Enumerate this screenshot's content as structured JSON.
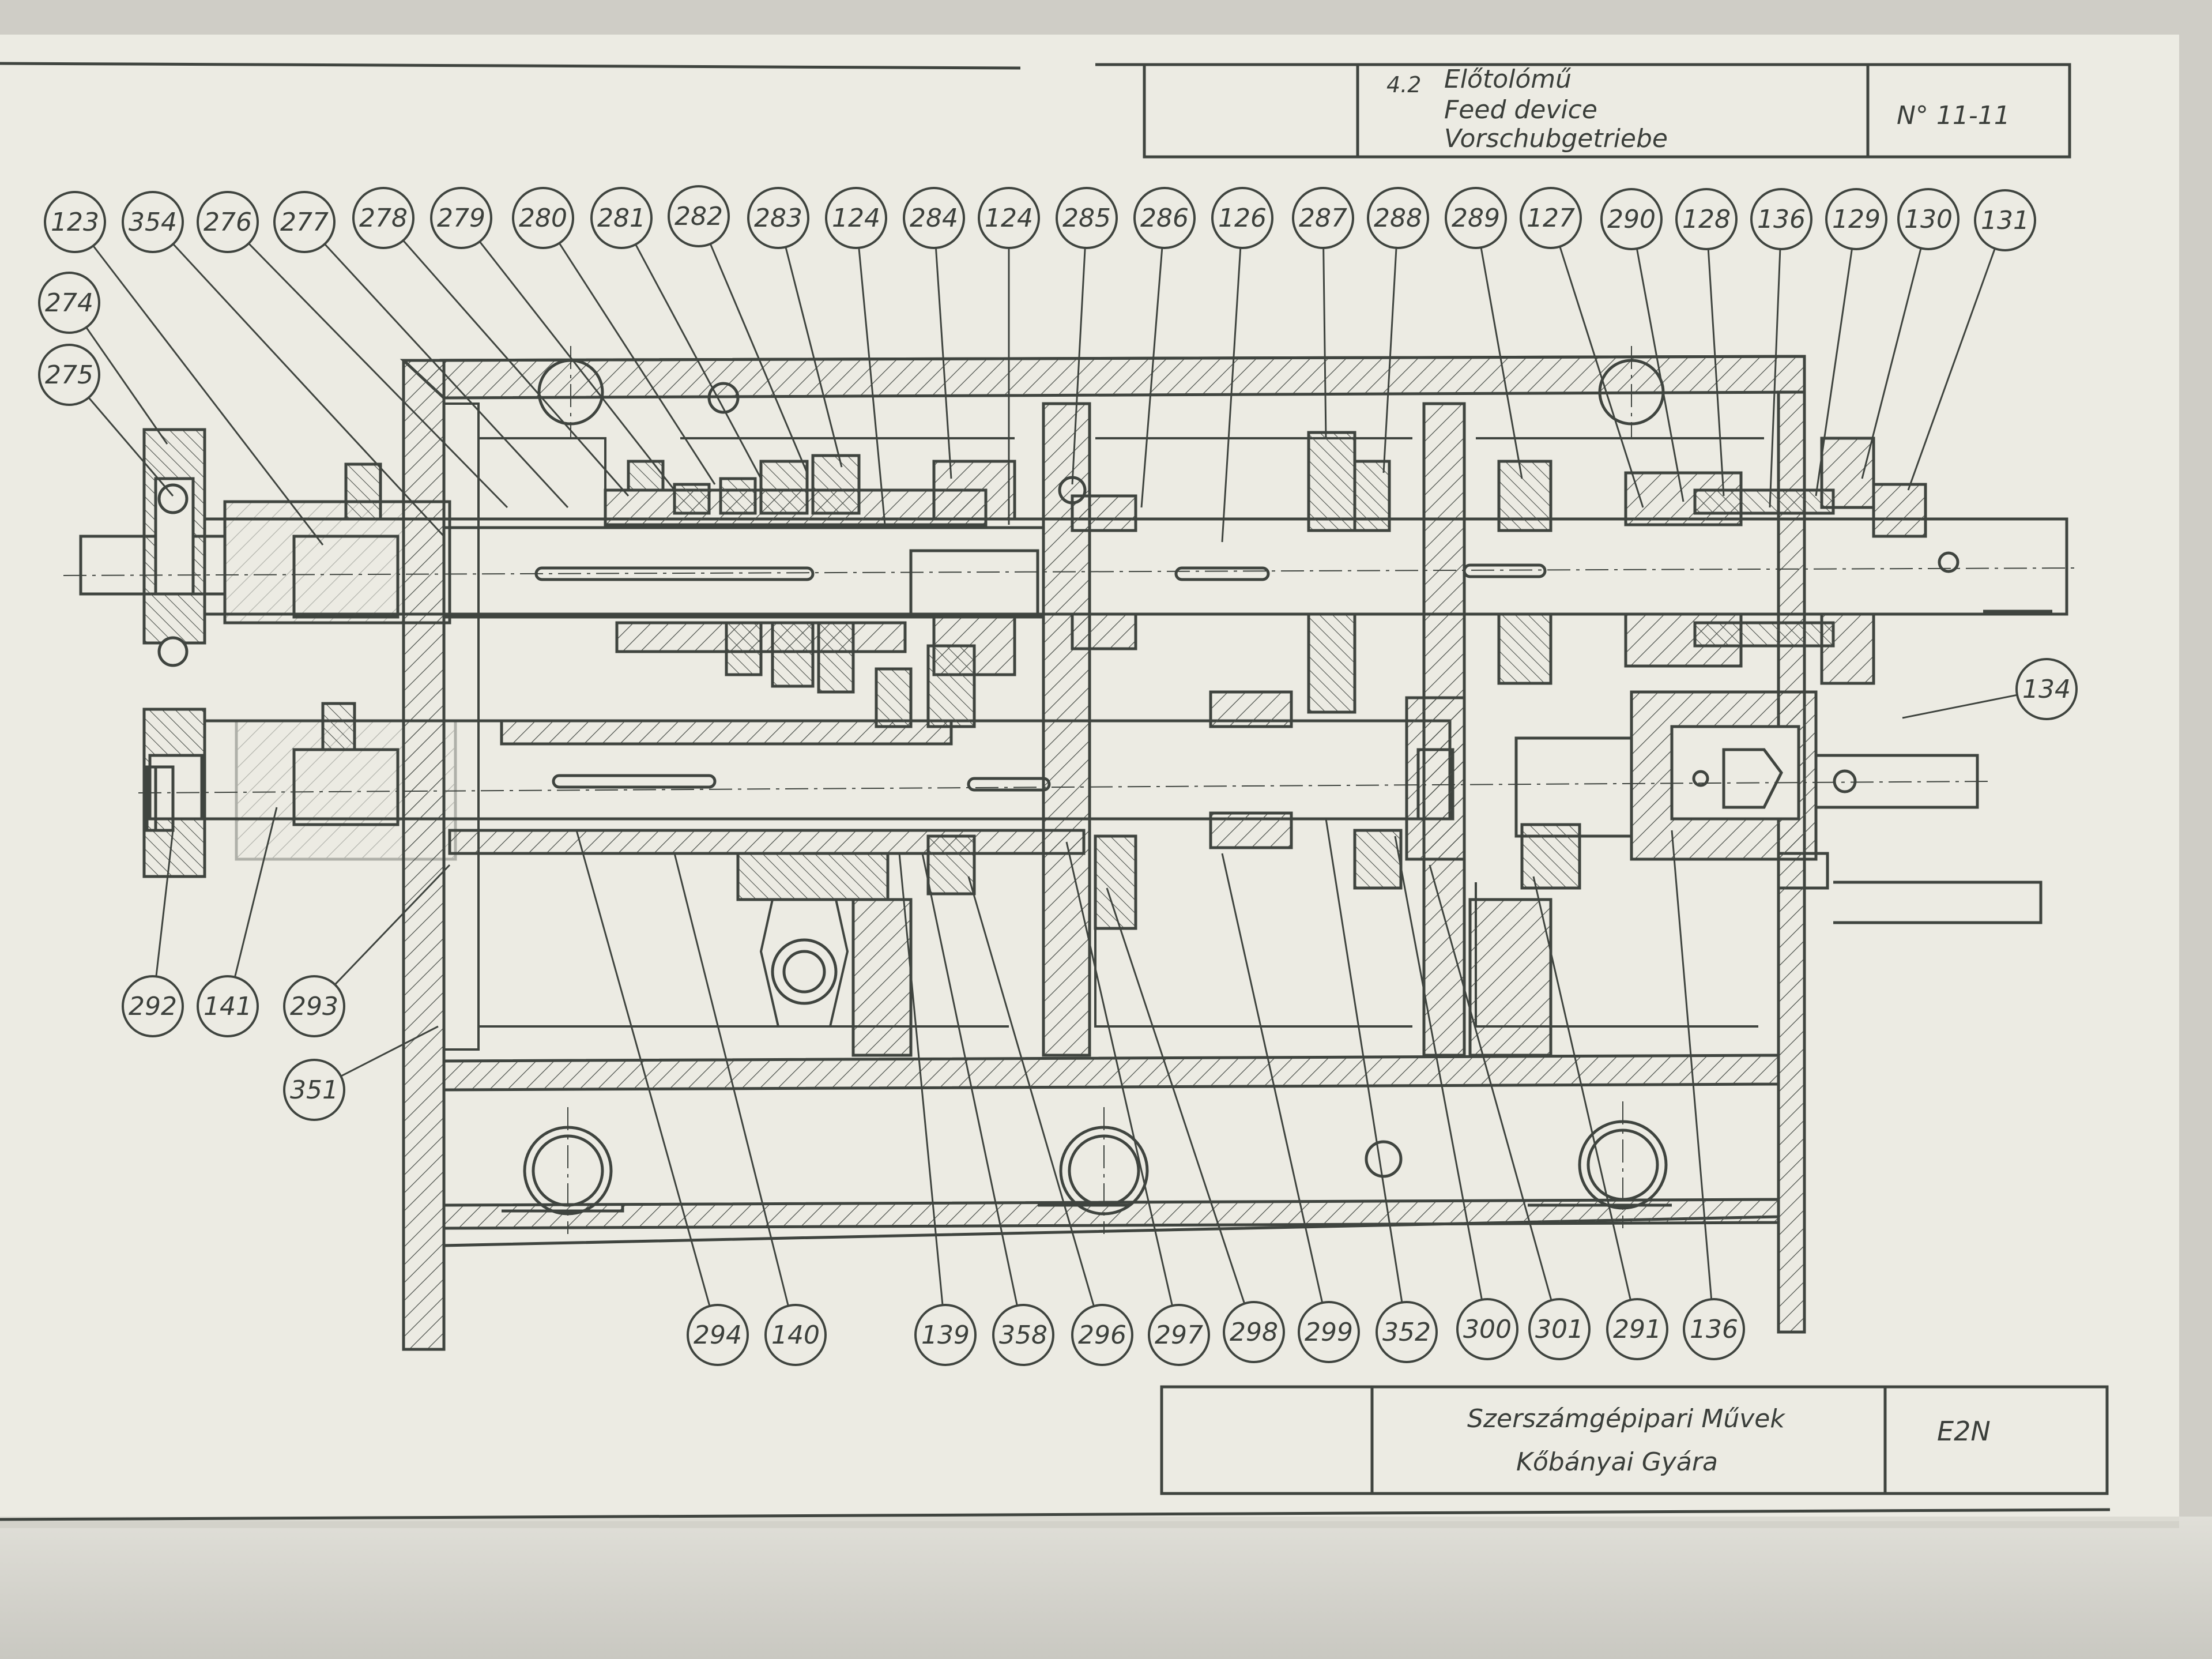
{
  "header": {
    "section_number": "4.2",
    "title_hu": "Előtolómű",
    "title_en": "Feed device",
    "title_de": "Vorschubgetriebe",
    "sheet_number": "N° 11-11"
  },
  "footer": {
    "company_line1": "Szerszámgépipari Művek",
    "company_line2": "Kőbányai Gyára",
    "model": "E2N"
  },
  "balloons": {
    "top_row": [
      "123",
      "354",
      "276",
      "277",
      "278",
      "279",
      "280",
      "281",
      "282",
      "283",
      "124",
      "284",
      "124",
      "285",
      "286",
      "126",
      "287",
      "288",
      "289",
      "127",
      "290",
      "128",
      "136",
      "129",
      "130",
      "131"
    ],
    "left_column": [
      "274",
      "275"
    ],
    "right_side": [
      "134"
    ],
    "lower_left": [
      "292",
      "141",
      "293",
      "351"
    ],
    "bottom_row": [
      "294",
      "140",
      "139",
      "358",
      "296",
      "297",
      "298",
      "299",
      "352",
      "300",
      "301",
      "291",
      "136"
    ]
  }
}
